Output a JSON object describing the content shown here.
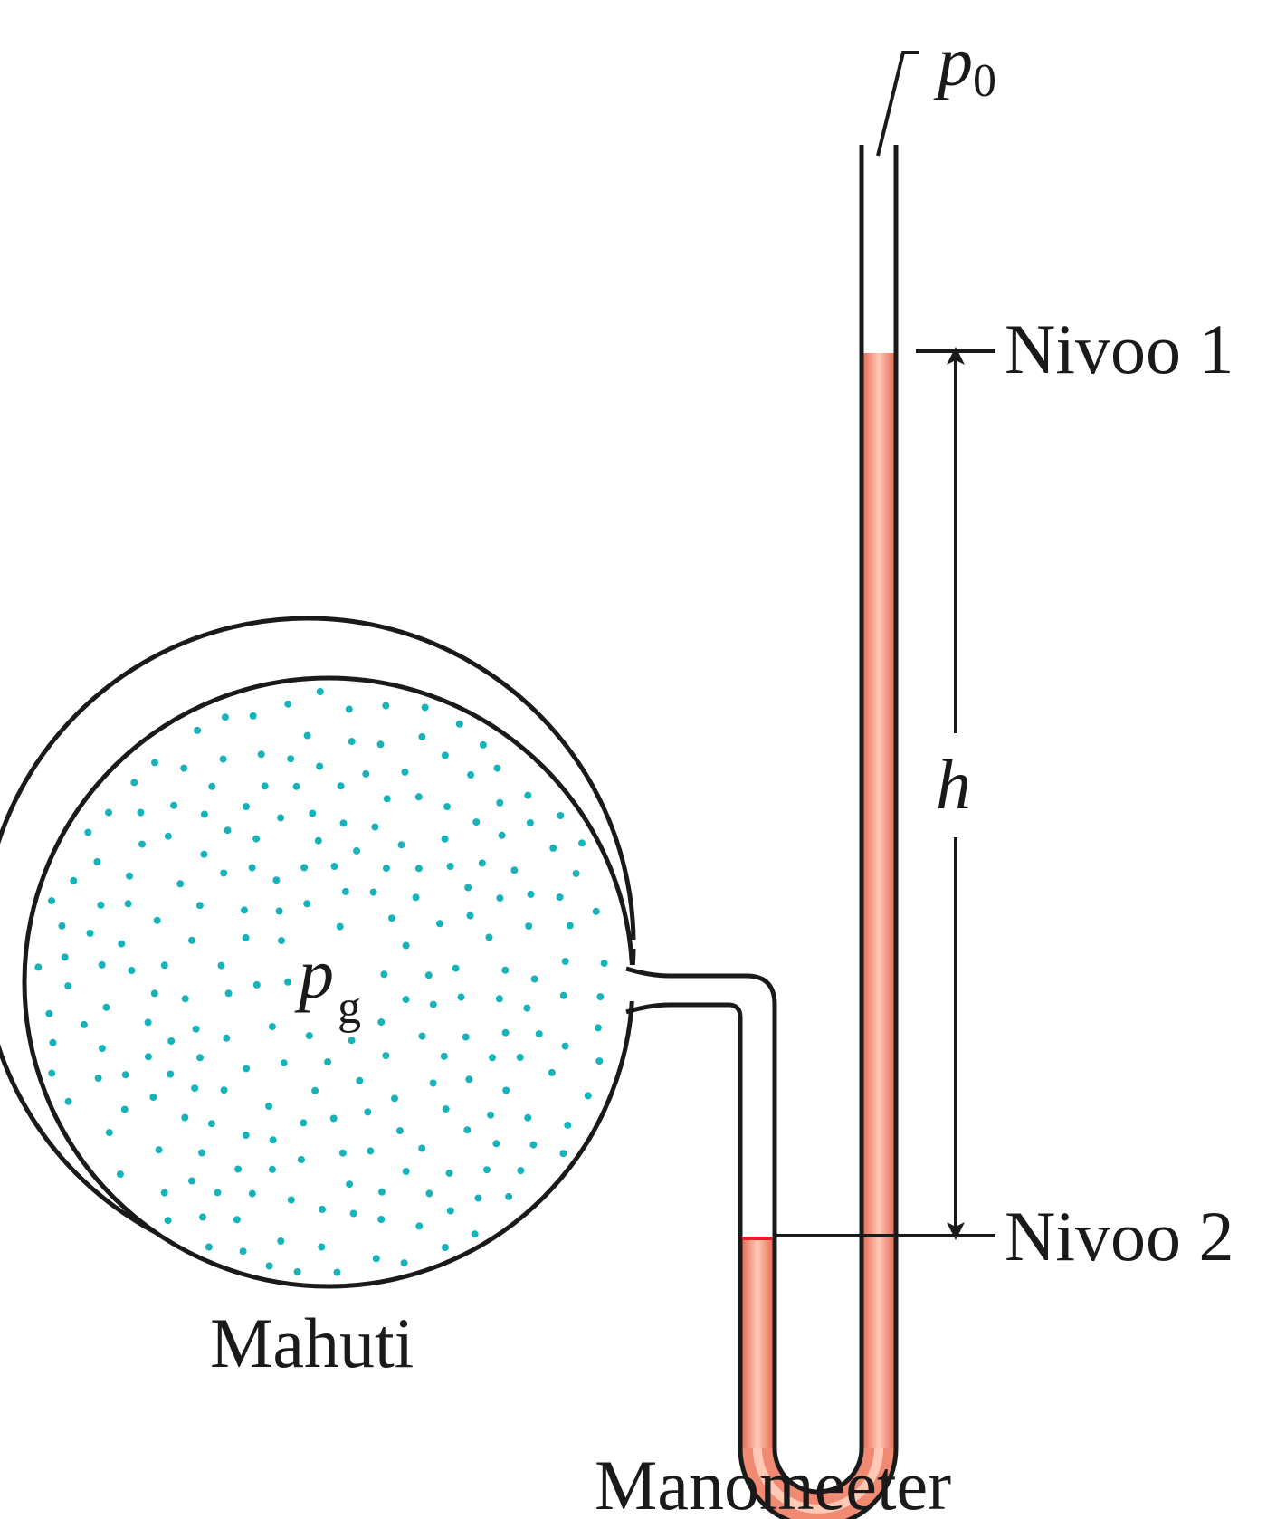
{
  "labels": {
    "p0_symbol": "p",
    "p0_subscript": "0",
    "pg_symbol": "p",
    "pg_subscript": "g",
    "level1": "Nivoo 1",
    "level2": "Nivoo 2",
    "height": "h",
    "vessel": "Mahuti",
    "instrument": "Manomeeter"
  },
  "colors": {
    "outline": "#1a1a1a",
    "liquid": "#f08a72",
    "liquid_highlight": "#ffc9b6",
    "liquid_meniscus": "#e0202a",
    "gas_particles": "#17b3ba"
  }
}
